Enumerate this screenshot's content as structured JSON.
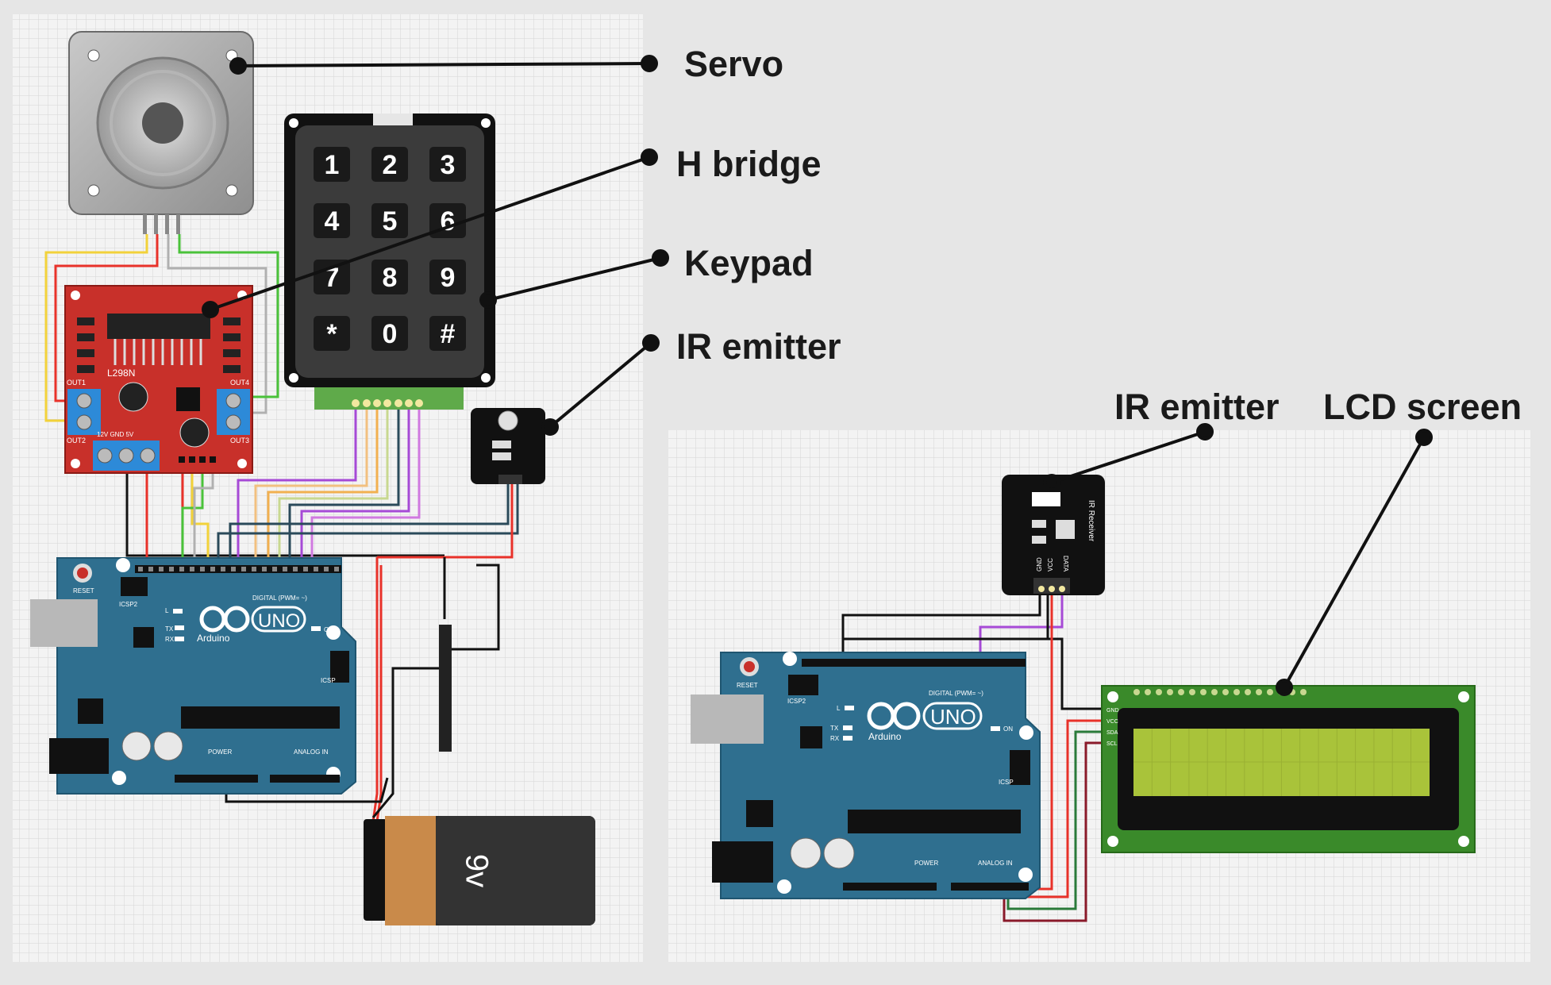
{
  "callouts": {
    "servo": "Servo",
    "h_bridge": "H bridge",
    "keypad": "Keypad",
    "ir_emitter_left": "IR emitter",
    "ir_emitter_right": "IR emitter",
    "lcd_screen": "LCD screen"
  },
  "keypad_keys": [
    "1",
    "2",
    "3",
    "4",
    "5",
    "6",
    "7",
    "8",
    "9",
    "*",
    "0",
    "#"
  ],
  "hbridge": {
    "chip": "L298N",
    "out1": "OUT1",
    "out2": "OUT2",
    "out3": "OUT3",
    "out4": "OUT4",
    "power_pins": "12V GND 5V"
  },
  "arduino_left": {
    "logo": "UNO",
    "brand": "Arduino",
    "reset": "RESET",
    "icsp2": "ICSP2",
    "icsp": "ICSP",
    "digital": "DIGITAL (PWM= ~)",
    "on": "ON",
    "tx": "TX",
    "rx": "RX",
    "l": "L",
    "power": "POWER",
    "analog": "ANALOG IN"
  },
  "arduino_right": {
    "logo": "UNO",
    "brand": "Arduino",
    "reset": "RESET",
    "icsp2": "ICSP2",
    "icsp": "ICSP",
    "digital": "DIGITAL (PWM= ~)",
    "on": "ON",
    "tx": "TX",
    "rx": "RX",
    "l": "L",
    "power": "POWER",
    "analog": "ANALOG IN"
  },
  "battery": {
    "label": "9v"
  },
  "ir_receiver": {
    "title": "IR Receiver",
    "pins": [
      "GND",
      "VCC",
      "DATA"
    ]
  },
  "lcd": {
    "pins": [
      "GND",
      "VCC",
      "SDA",
      "SCL"
    ]
  },
  "colors": {
    "canvas_bg": "#e6e6e6",
    "grid_panel": "#f2f2f2",
    "arduino_blue": "#2f6f8f",
    "hbridge_red": "#c8302a",
    "lcd_green": "#3a8a2a",
    "lcd_screen": "#a9c33a",
    "keypad_body": "#3a3a3a",
    "battery_orange": "#c98a4a"
  }
}
